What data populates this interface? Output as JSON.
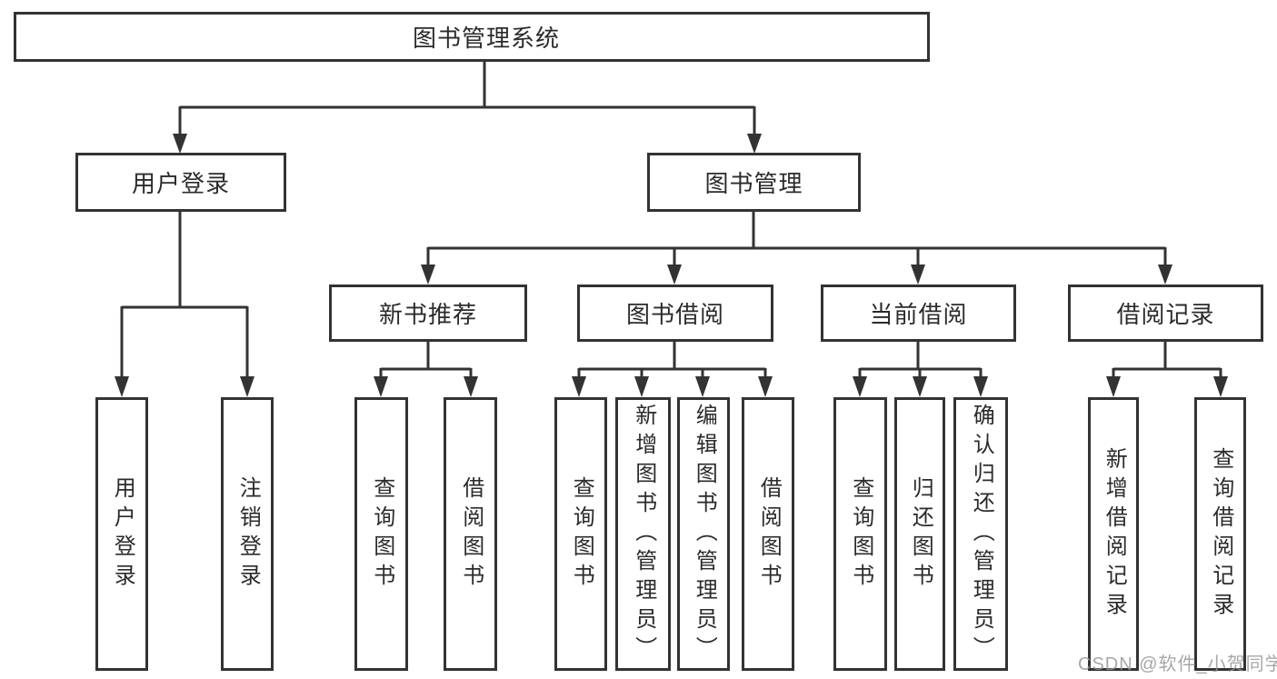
{
  "diagram": {
    "tree": {
      "label": "图书管理系统",
      "children": [
        {
          "label": "用户登录",
          "children": [
            {
              "label": "用户登录"
            },
            {
              "label": "注销登录"
            }
          ]
        },
        {
          "label": "图书管理",
          "children": [
            {
              "label": "新书推荐",
              "children": [
                {
                  "label": "查询图书"
                },
                {
                  "label": "借阅图书"
                }
              ]
            },
            {
              "label": "图书借阅",
              "children": [
                {
                  "label": "查询图书"
                },
                {
                  "label": "新增图书（管理员）"
                },
                {
                  "label": "编辑图书（管理员）"
                },
                {
                  "label": "借阅图书"
                }
              ]
            },
            {
              "label": "当前借阅",
              "children": [
                {
                  "label": "查询图书"
                },
                {
                  "label": "归还图书"
                },
                {
                  "label": "确认归还（管理员）"
                }
              ]
            },
            {
              "label": "借阅记录",
              "children": [
                {
                  "label": "新增借阅记录"
                },
                {
                  "label": "查询借阅记录"
                }
              ]
            }
          ]
        }
      ]
    },
    "watermark": "CSDN @软件_小贺同学",
    "colors": {
      "line": "#333333",
      "text": "#2b2b2b",
      "watermark": "#949494",
      "background": "#ffffff"
    }
  }
}
